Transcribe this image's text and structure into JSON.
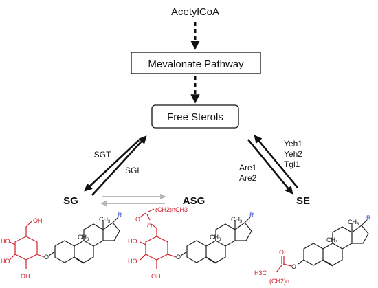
{
  "nodes": {
    "acetylcoa": "AcetylCoA",
    "mevalonate": "Mevalonate Pathway",
    "free_sterols": "Free Sterols",
    "sg": "SG",
    "asg": "ASG",
    "se": "SE"
  },
  "enzymes": {
    "sgt": "SGT",
    "sgl": "SGL",
    "yeh1": "Yeh1",
    "yeh2": "Yeh2",
    "tgl1": "Tgl1",
    "are1": "Are1",
    "are2": "Are2"
  },
  "structures": {
    "ho": "HO",
    "oh": "OH",
    "o": "O",
    "ch3": "CH",
    "three": "3",
    "r": "R",
    "acyl_chain": "(CH2)nCH3",
    "h3c": "H3C",
    "ch2n": "(CH2)n"
  },
  "colors": {
    "sugar": "#d0202a",
    "r_group": "#2a50c8",
    "grey_arrow": "#b8b8b8"
  }
}
